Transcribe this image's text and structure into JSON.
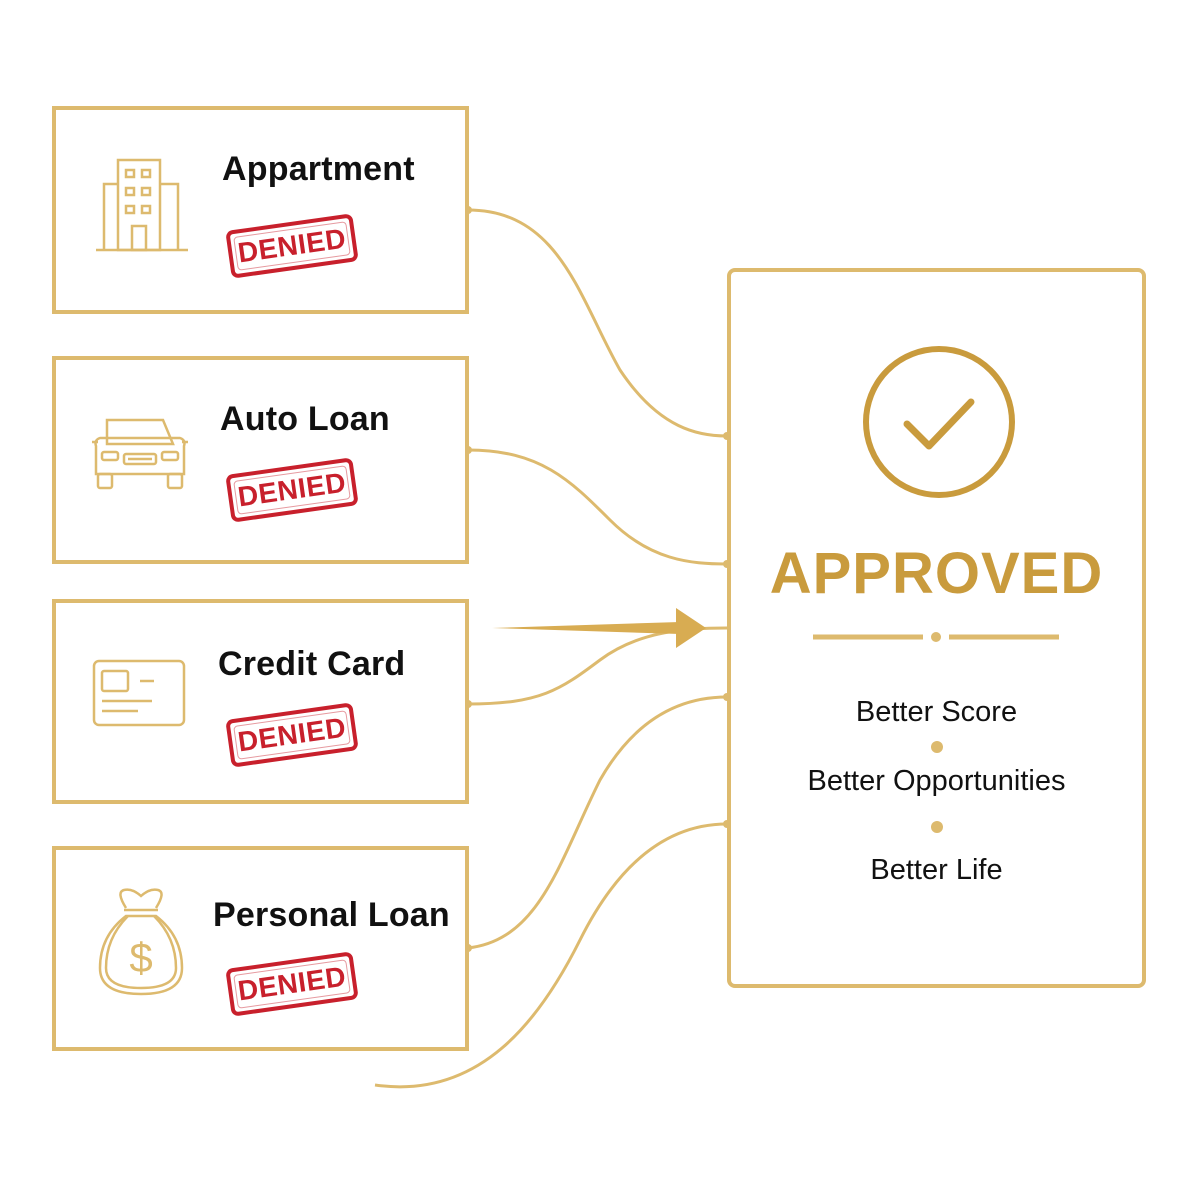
{
  "colors": {
    "gold": "#ddba6e",
    "gold_dark": "#c99b3d",
    "denied_red": "#c8202c",
    "text": "#111111"
  },
  "cards": [
    {
      "title": "Appartment",
      "status": "DENIED",
      "icon": "building-icon"
    },
    {
      "title": "Auto Loan",
      "status": "DENIED",
      "icon": "car-icon"
    },
    {
      "title": "Credit Card",
      "status": "DENIED",
      "icon": "credit-card-icon"
    },
    {
      "title": "Personal Loan",
      "status": "DENIED",
      "icon": "money-bag-icon"
    }
  ],
  "approved": {
    "title": "APPROVED",
    "icon": "check-circle-icon",
    "benefits": [
      "Better Score",
      "Better Opportunities",
      "Better Life"
    ]
  }
}
